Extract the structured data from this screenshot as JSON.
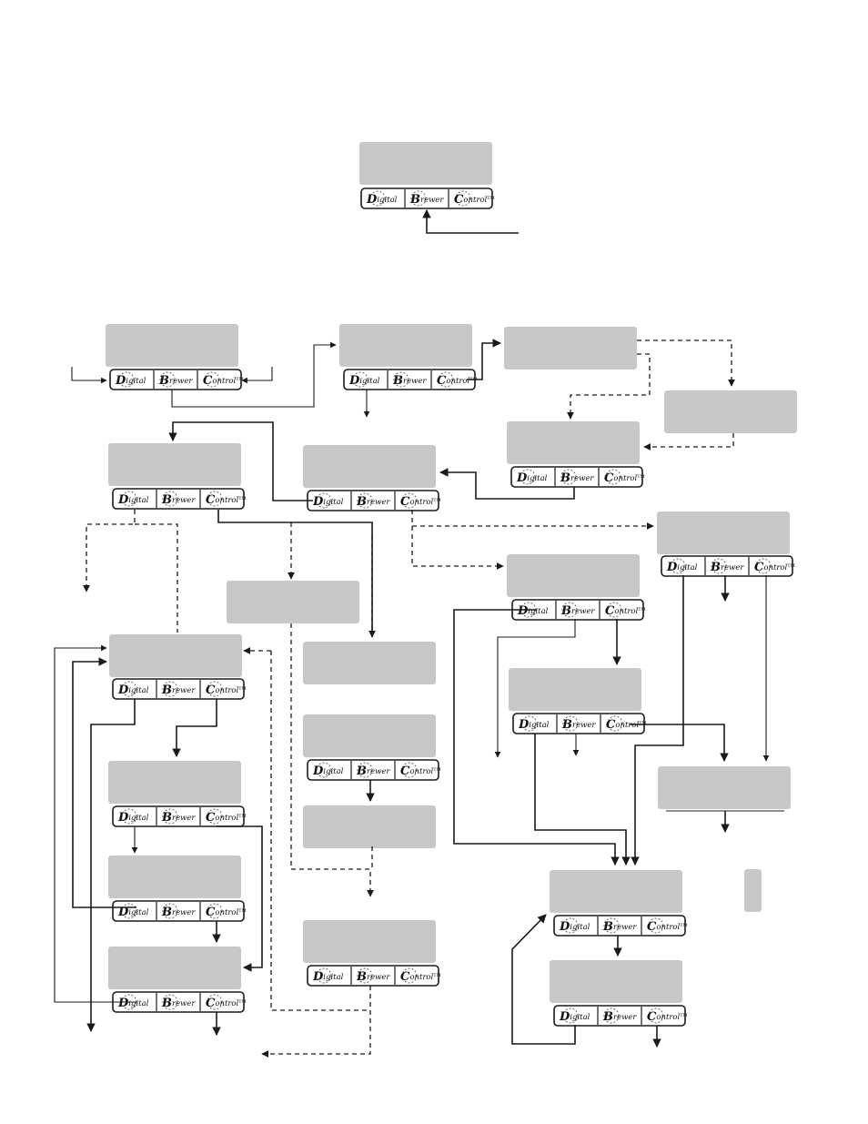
{
  "panel": {
    "buttons": [
      {
        "initial": "D",
        "rest": "igital"
      },
      {
        "initial": "B",
        "rest": "rewer"
      },
      {
        "initial": "C",
        "rest": "ontrol",
        "mark": "TM"
      }
    ]
  },
  "colors": {
    "screen": "#c8c8c8",
    "line": "#1a1a1a"
  }
}
